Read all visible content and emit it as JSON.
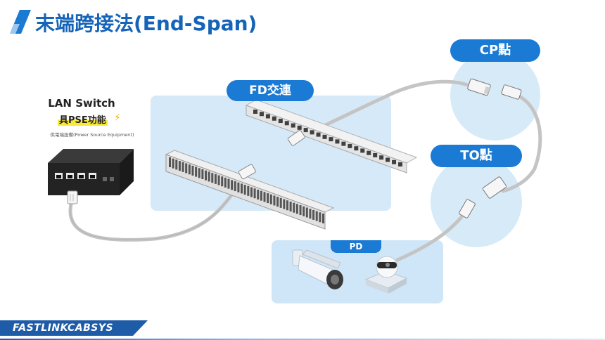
{
  "title": "末端跨接法(End-Span)",
  "labels": {
    "fd": "FD交連",
    "cp": "CP點",
    "to": "TO點",
    "pd": "PD"
  },
  "switch": {
    "title": "LAN Switch",
    "pse": "具PSE功能",
    "subtitle": "供電端設備(Power Source Equipment)"
  },
  "footer": "FASTLINKCABSYS",
  "icons": [
    "lightning-icon",
    "network-switch-icon",
    "patch-panel-icon",
    "rj45-connector-icon",
    "cctv-camera-icon",
    "dome-camera-icon"
  ],
  "colors": {
    "accent": "#1a7ad4",
    "title": "#1664b8",
    "panel": "#d5e9f8",
    "highlight": "#f7ea3a",
    "cable": "#c8c8c8"
  }
}
